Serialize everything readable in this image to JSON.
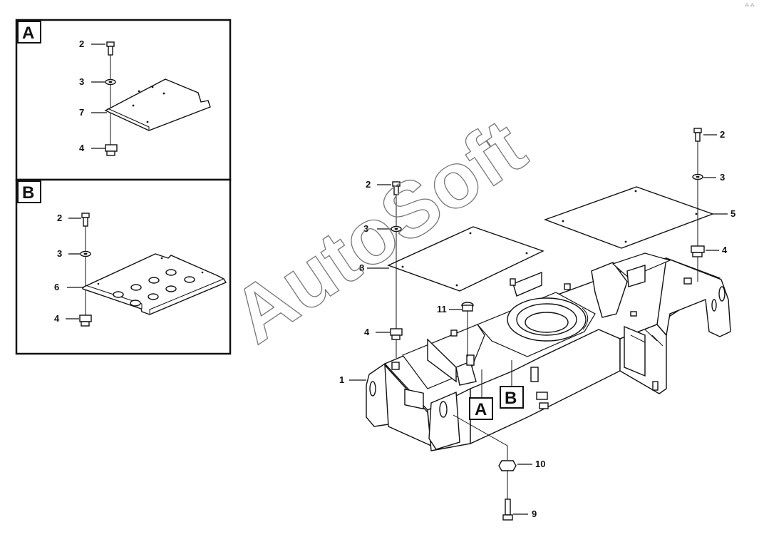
{
  "watermark": "AutoSoft",
  "corner_mark": "⁂ ⁂",
  "inset_a": {
    "letter": "A",
    "callouts": [
      "2",
      "3",
      "7",
      "4"
    ]
  },
  "inset_b": {
    "letter": "B",
    "callouts": [
      "2",
      "3",
      "6",
      "4"
    ]
  },
  "main": {
    "callouts": {
      "c1": "1",
      "c2_left": "2",
      "c3_left": "3",
      "c8": "8",
      "c4_left": "4",
      "c11": "11",
      "c2_right": "2",
      "c3_right": "3",
      "c5": "5",
      "c4_right": "4",
      "c10": "10",
      "c9": "9"
    },
    "detail_tags": [
      "A",
      "B"
    ]
  }
}
